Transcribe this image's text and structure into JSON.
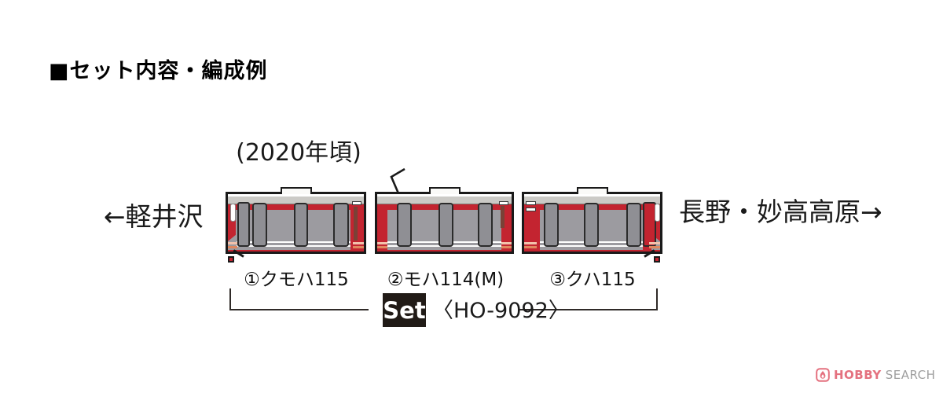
{
  "heading": {
    "text": "■セット内容・編成例"
  },
  "era_note": {
    "text": "(2020年頃)"
  },
  "directions": {
    "left": "←軽井沢",
    "right": "長野・妙高高原→"
  },
  "train": {
    "cars": [
      {
        "label": "①クモハ115",
        "name": "クモハ115",
        "cab_side": "left",
        "pantograph": false,
        "roof_vent": true
      },
      {
        "label": "②モハ114(M)",
        "name": "モハ114(M)",
        "cab_side": "none",
        "pantograph": true,
        "roof_vent": true
      },
      {
        "label": "③クハ115",
        "name": "クハ115",
        "cab_side": "right",
        "pantograph": false,
        "roof_vent": true
      }
    ]
  },
  "set_info": {
    "badge": "Set",
    "code": "〈HO-9092〉"
  },
  "watermark": {
    "brand": "HOBBY",
    "brand2": "SEARCH",
    "logo": "flame-icon"
  },
  "colors": {
    "body_red": "#c32430",
    "window_band_gray": "#9c9ba0",
    "door_gray": "#8f8f94",
    "roof_gray": "#cbcac6",
    "end_stripe_salmon": "#e0875f",
    "end_stripe_salmon_light": "#f2c1ab",
    "door_pocket_brown": "#7a4136",
    "outline_black": "#1a1a1a",
    "watermark_pink": "#e4717f",
    "watermark_gray": "#9e9e9e"
  }
}
